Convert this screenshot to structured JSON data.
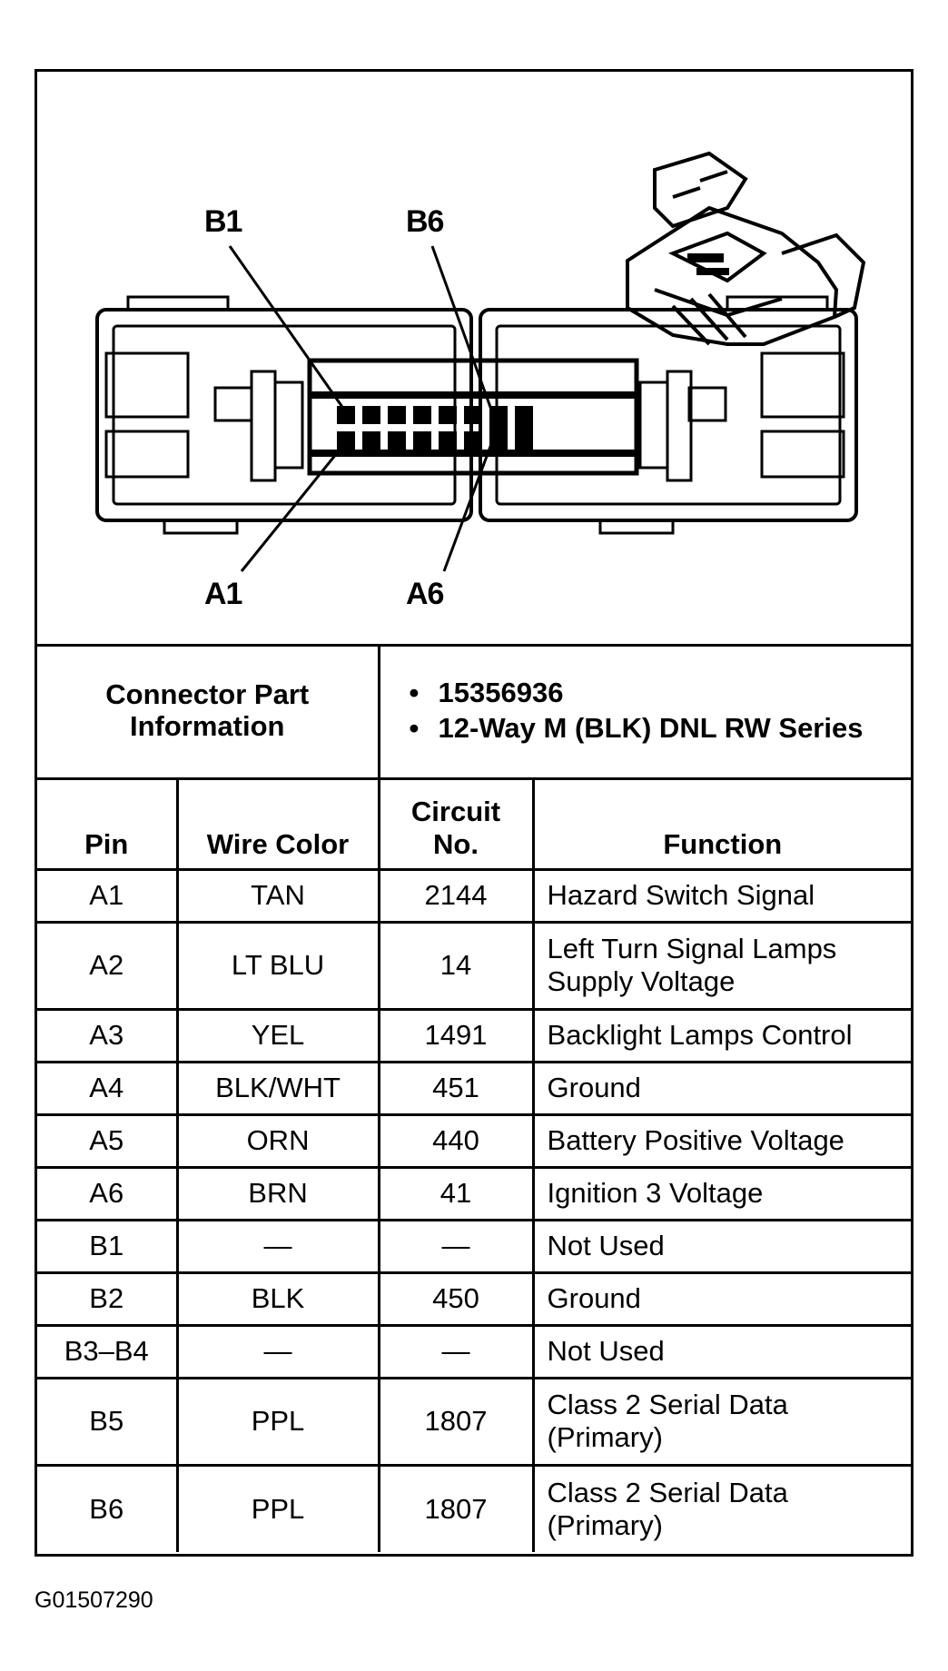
{
  "diagram": {
    "labels": {
      "b1": "B1",
      "b6": "B6",
      "a1": "A1",
      "a6": "A6"
    }
  },
  "connector_info": {
    "label": "Connector Part Information",
    "items": [
      "15356936",
      "12-Way M (BLK) DNL RW Series"
    ]
  },
  "table": {
    "headers": {
      "pin": "Pin",
      "wire_color": "Wire Color",
      "circuit": "Circuit No.",
      "function": "Function"
    },
    "rows": [
      {
        "pin": "A1",
        "wire_color": "TAN",
        "circuit": "2144",
        "function": "Hazard Switch Signal"
      },
      {
        "pin": "A2",
        "wire_color": "LT BLU",
        "circuit": "14",
        "function": "Left Turn Signal Lamps Supply Voltage"
      },
      {
        "pin": "A3",
        "wire_color": "YEL",
        "circuit": "1491",
        "function": "Backlight Lamps Control"
      },
      {
        "pin": "A4",
        "wire_color": "BLK/WHT",
        "circuit": "451",
        "function": "Ground"
      },
      {
        "pin": "A5",
        "wire_color": "ORN",
        "circuit": "440",
        "function": "Battery Positive Voltage"
      },
      {
        "pin": "A6",
        "wire_color": "BRN",
        "circuit": "41",
        "function": "Ignition 3 Voltage"
      },
      {
        "pin": "B1",
        "wire_color": "—",
        "circuit": "—",
        "function": "Not Used"
      },
      {
        "pin": "B2",
        "wire_color": "BLK",
        "circuit": "450",
        "function": "Ground"
      },
      {
        "pin": "B3–B4",
        "wire_color": "—",
        "circuit": "—",
        "function": "Not Used"
      },
      {
        "pin": "B5",
        "wire_color": "PPL",
        "circuit": "1807",
        "function": "Class 2 Serial Data (Primary)"
      },
      {
        "pin": "B6",
        "wire_color": "PPL",
        "circuit": "1807",
        "function": "Class 2 Serial Data (Primary)"
      }
    ]
  },
  "footer": {
    "code": "G01507290"
  }
}
